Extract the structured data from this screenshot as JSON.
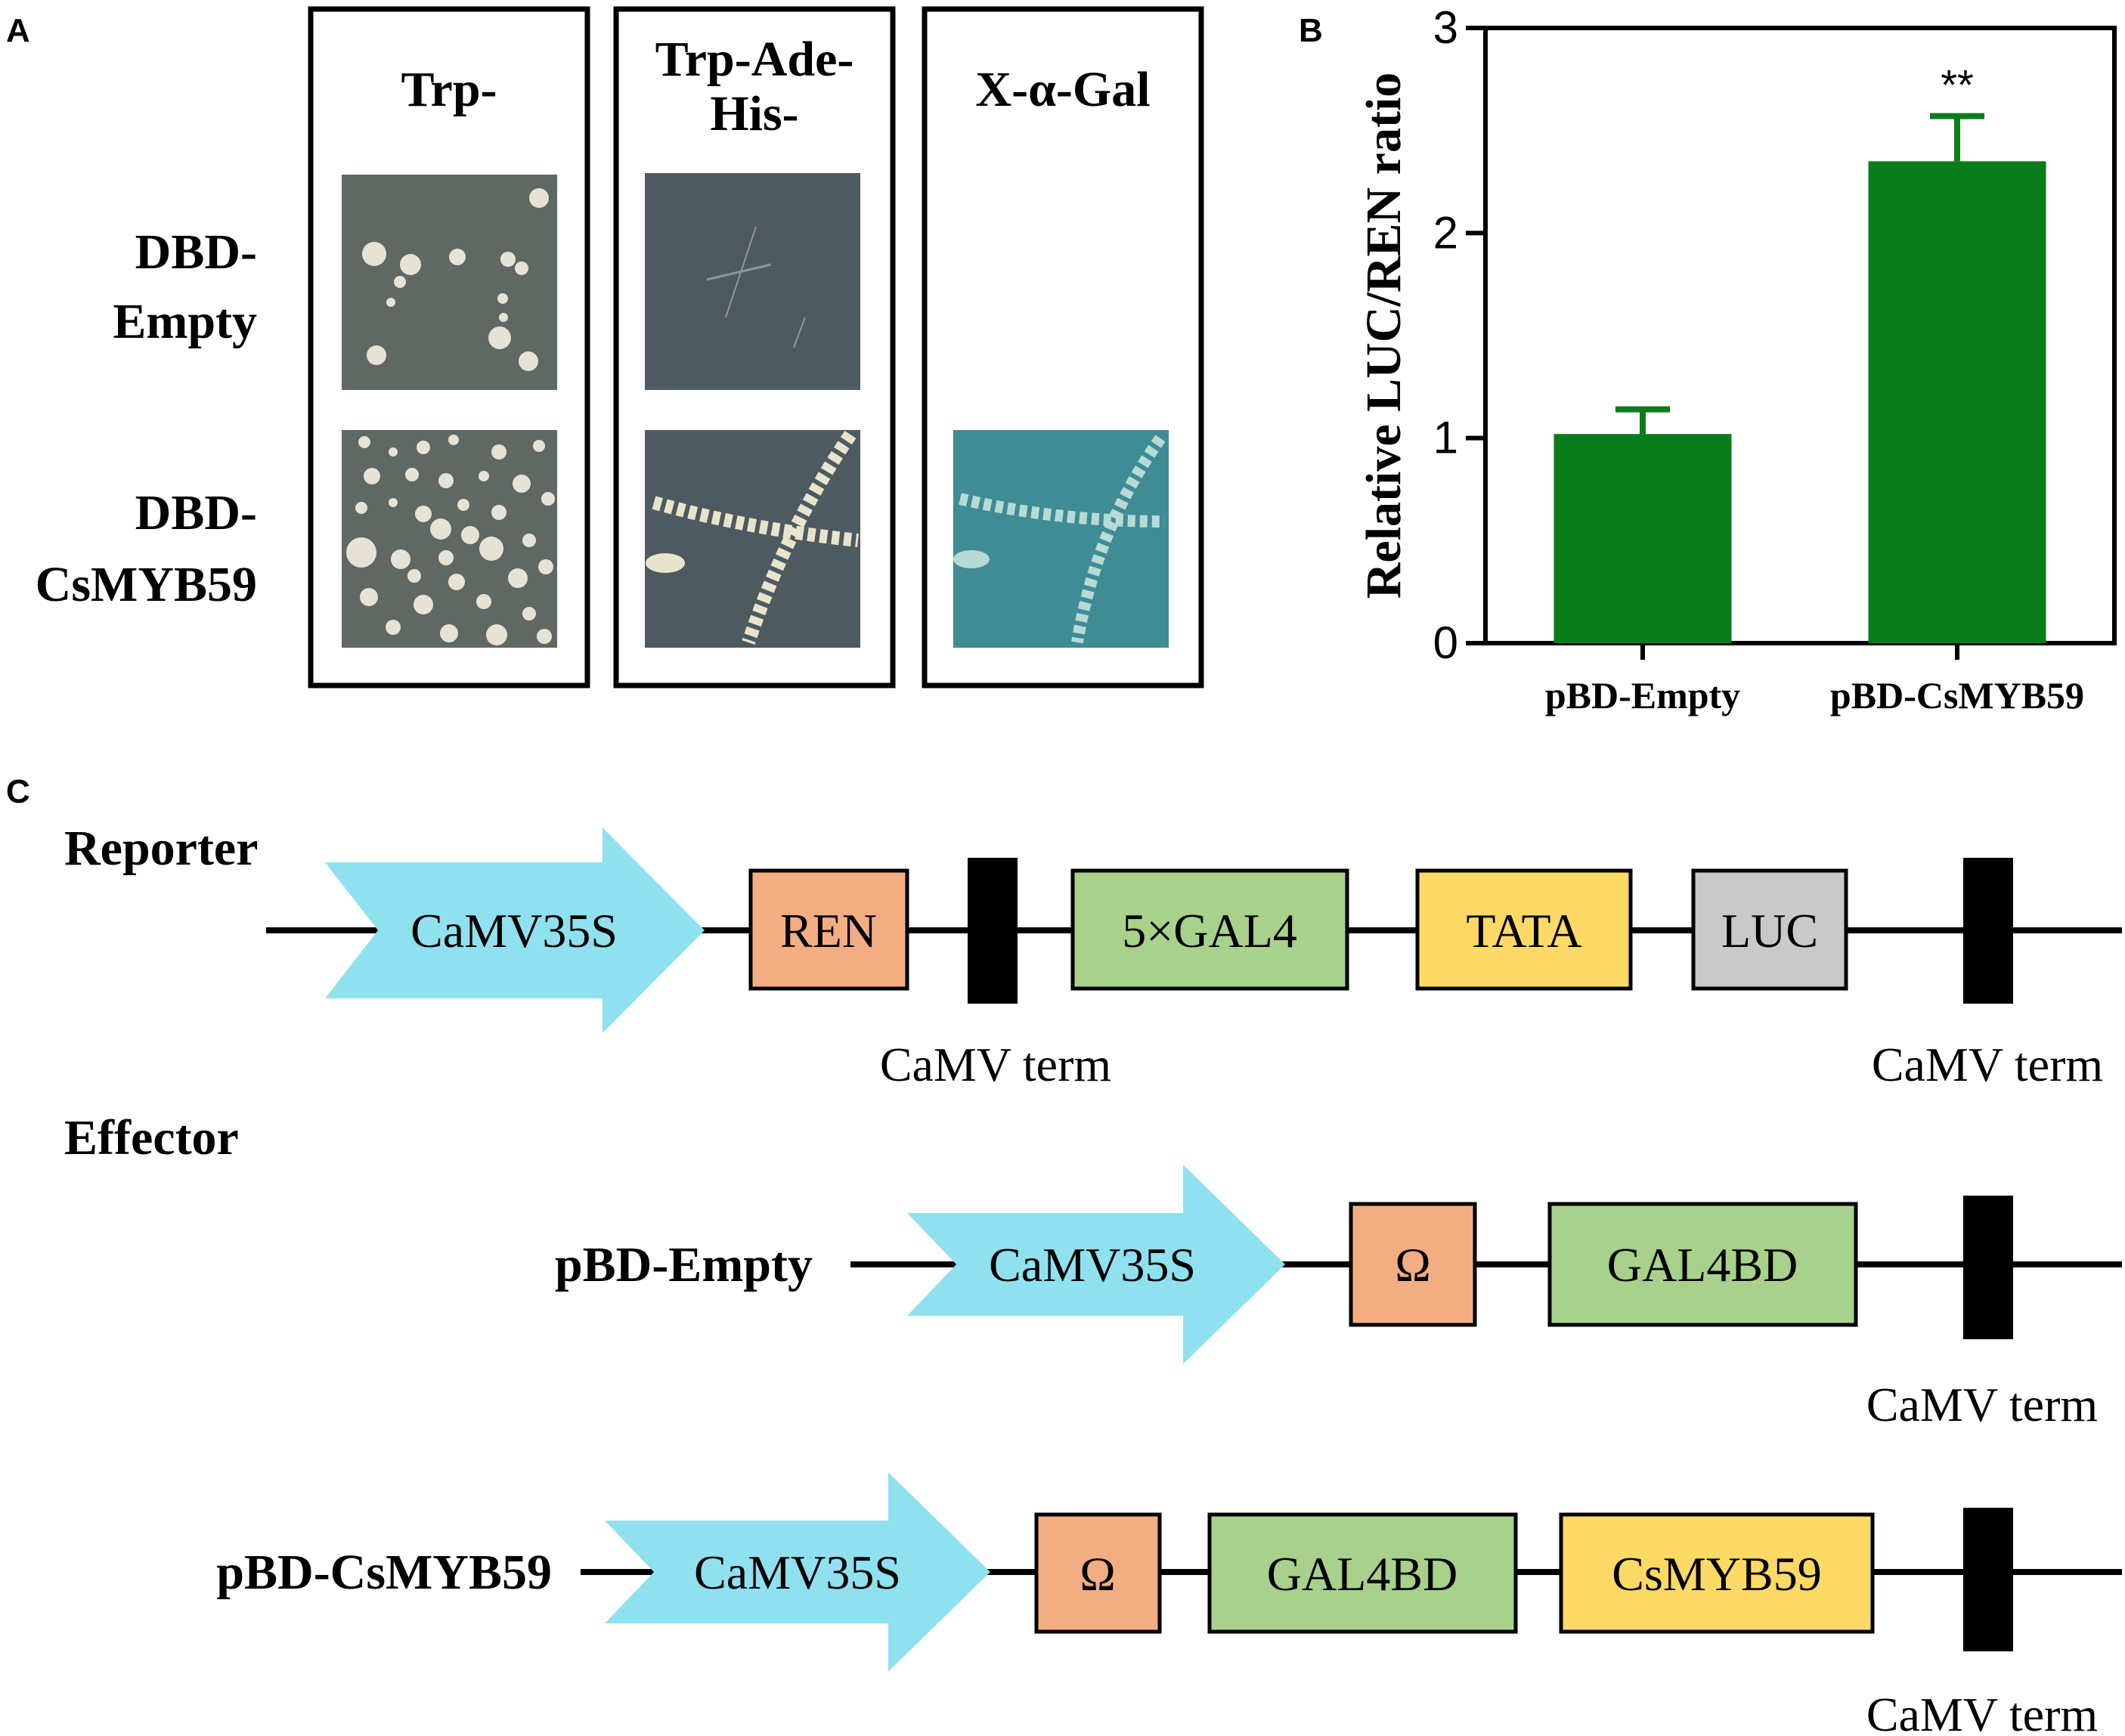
{
  "panel_a": {
    "letter": "A",
    "columns": [
      {
        "line1": "Trp-",
        "line2": ""
      },
      {
        "line1": "Trp-Ade-",
        "line2": "His-"
      },
      {
        "line1": "X-α-Gal",
        "line2": ""
      }
    ],
    "rows": [
      {
        "line1": "DBD-",
        "line2": "Empty"
      },
      {
        "line1": "DBD-",
        "line2": "CsMYB59"
      }
    ],
    "colors": {
      "plate_gray": "#5f6863",
      "plate_dark": "#4d5a60",
      "plate_blue": "#3f8c95",
      "colony": "#e6e3d4"
    }
  },
  "panel_b": {
    "letter": "B",
    "significance": "**",
    "color": "#0a7d1a"
  },
  "chart_data": {
    "type": "bar",
    "categories": [
      "pBD-Empty",
      "pBD-CsMYB59"
    ],
    "values": [
      1.02,
      2.35
    ],
    "errors": [
      0.12,
      0.22
    ],
    "ylabel": "Relative LUC/REN ratio",
    "xlabel": "",
    "ylim": [
      0,
      3
    ],
    "yticks": [
      "0",
      "1",
      "2",
      "3"
    ],
    "grid": false
  },
  "panel_c": {
    "letter": "C",
    "reporter": {
      "label": "Reporter",
      "promoter": "CaMV35S",
      "boxes": [
        {
          "text": "REN",
          "color": "#f3ad82"
        },
        {
          "text": "5×GAL4",
          "color": "#a8d18c"
        },
        {
          "text": "TATA",
          "color": "#fdd966"
        },
        {
          "text": "LUC",
          "color": "#c9c9c9"
        }
      ],
      "term1": "CaMV term",
      "term2": "CaMV term"
    },
    "effector_label": "Effector",
    "empty": {
      "label": "pBD-Empty",
      "promoter": "CaMV35S",
      "boxes": [
        {
          "text": "Ω",
          "color": "#f3ad82"
        },
        {
          "text": "GAL4BD",
          "color": "#a8d18c"
        }
      ],
      "term": "CaMV term"
    },
    "csmyb": {
      "label": "pBD-CsMYB59",
      "promoter": "CaMV35S",
      "boxes": [
        {
          "text": "Ω",
          "color": "#f3ad82"
        },
        {
          "text": "GAL4BD",
          "color": "#a8d18c"
        },
        {
          "text": "CsMYB59",
          "color": "#fdd966"
        }
      ],
      "term": "CaMV term"
    },
    "arrow_color": "#90e1ef"
  }
}
